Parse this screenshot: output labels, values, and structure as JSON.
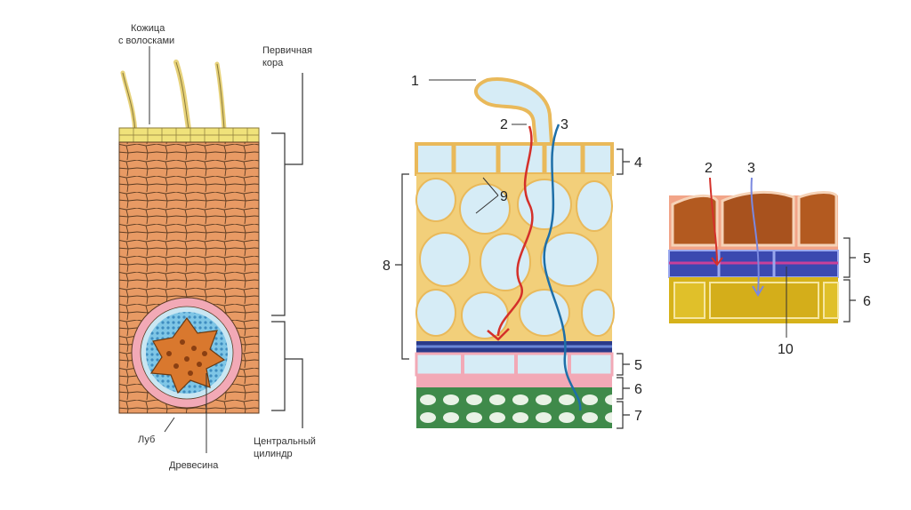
{
  "left_figure": {
    "labels": {
      "epidermis": "Кожица",
      "epidermis_line2": "с волосками",
      "cortex": "Первичная",
      "cortex_line2": "кора",
      "phloem": "Луб",
      "xylem": "Древесина",
      "central_cylinder": "Центральный",
      "central_cylinder_line2": "цилиндр"
    }
  },
  "middle_figure": {
    "numbers": [
      "1",
      "2",
      "3",
      "4",
      "5",
      "6",
      "7",
      "8",
      "9"
    ]
  },
  "right_figure": {
    "numbers": [
      "2",
      "3",
      "5",
      "6",
      "10"
    ]
  },
  "colors": {
    "cortex_fill": "#e89a64",
    "epidermis": "#f0e27a",
    "cell_blue": "#d6ecf6",
    "cell_wall_yellow": "#f2cf7a",
    "endodermis": "#2a3a8a",
    "vessel_green": "#3f8a4a",
    "route_red": "#d4302a",
    "route_blue": "#1e6fa8",
    "pericycle_pink": "#f2a9b6"
  }
}
